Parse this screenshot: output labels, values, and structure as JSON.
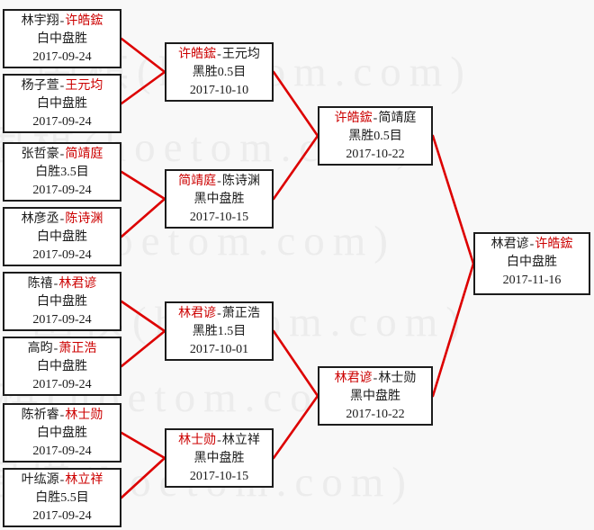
{
  "watermark": {
    "text": "围棋(hoetom.com)"
  },
  "ui": {
    "separator": "-"
  },
  "colors": {
    "background": "#f8f8f8",
    "watermark_gray": "#ececec",
    "box_border": "#1c1c1c",
    "text": "#1a1a1a",
    "winner_red": "#cc0000",
    "connector_red": "#dd0000"
  },
  "bracket": {
    "r1": [
      {
        "p1": "林宇翔",
        "p2": "许皓鋐",
        "p1w": "l",
        "p2w": "w",
        "result": "白中盘胜",
        "date": "2017-09-24"
      },
      {
        "p1": "杨子萱",
        "p2": "王元均",
        "p1w": "l",
        "p2w": "w",
        "result": "白中盘胜",
        "date": "2017-09-24"
      },
      {
        "p1": "张哲豪",
        "p2": "简靖庭",
        "p1w": "l",
        "p2w": "w",
        "result": "白胜3.5目",
        "date": "2017-09-24"
      },
      {
        "p1": "林彦丞",
        "p2": "陈诗渊",
        "p1w": "l",
        "p2w": "w",
        "result": "白中盘胜",
        "date": "2017-09-24"
      },
      {
        "p1": "陈禧",
        "p2": "林君谚",
        "p1w": "l",
        "p2w": "w",
        "result": "白中盘胜",
        "date": "2017-09-24"
      },
      {
        "p1": "高昀",
        "p2": "萧正浩",
        "p1w": "l",
        "p2w": "w",
        "result": "白中盘胜",
        "date": "2017-09-24"
      },
      {
        "p1": "陈祈睿",
        "p2": "林士勋",
        "p1w": "l",
        "p2w": "w",
        "result": "白中盘胜",
        "date": "2017-09-24"
      },
      {
        "p1": "叶纮源",
        "p2": "林立祥",
        "p1w": "l",
        "p2w": "w",
        "result": "白胜5.5目",
        "date": "2017-09-24"
      }
    ],
    "r2": [
      {
        "p1": "许皓鋐",
        "p2": "王元均",
        "p1w": "w",
        "p2w": "l",
        "result": "黑胜0.5目",
        "date": "2017-10-10"
      },
      {
        "p1": "简靖庭",
        "p2": "陈诗渊",
        "p1w": "w",
        "p2w": "l",
        "result": "黑中盘胜",
        "date": "2017-10-15"
      },
      {
        "p1": "林君谚",
        "p2": "萧正浩",
        "p1w": "w",
        "p2w": "l",
        "result": "黑胜1.5目",
        "date": "2017-10-01"
      },
      {
        "p1": "林士勋",
        "p2": "林立祥",
        "p1w": "w",
        "p2w": "l",
        "result": "黑中盘胜",
        "date": "2017-10-15"
      }
    ],
    "sf": [
      {
        "p1": "许皓鋐",
        "p2": "简靖庭",
        "p1w": "w",
        "p2w": "l",
        "result": "黑胜0.5目",
        "date": "2017-10-22"
      },
      {
        "p1": "林君谚",
        "p2": "林士勋",
        "p1w": "w",
        "p2w": "l",
        "result": "黑中盘胜",
        "date": "2017-10-22"
      }
    ],
    "f": [
      {
        "p1": "林君谚",
        "p2": "许皓鋐",
        "p1w": "l",
        "p2w": "w",
        "result": "白中盘胜",
        "date": "2017-11-16"
      }
    ]
  }
}
